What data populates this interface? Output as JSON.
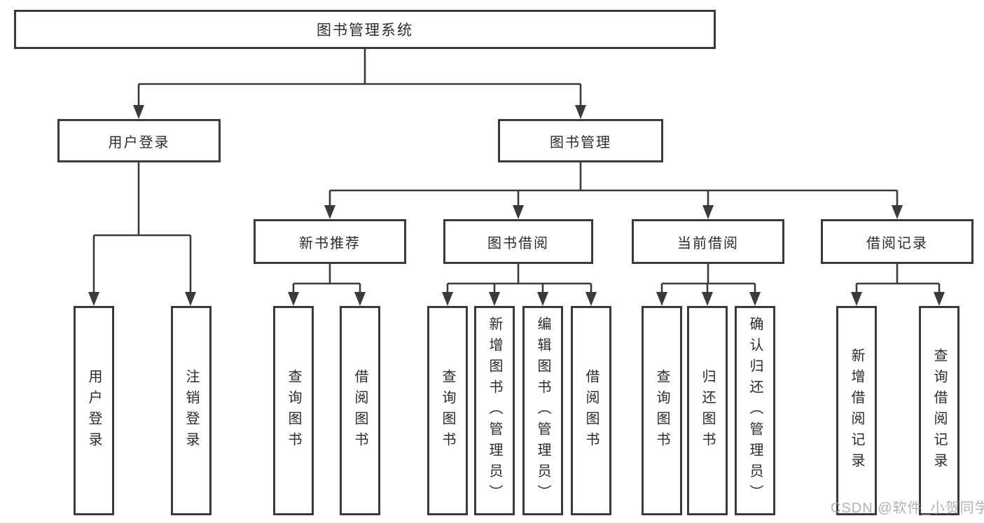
{
  "diagram": {
    "type": "hierarchy-tree",
    "title": "图书管理系统",
    "colors": {
      "line": "#3a3a3a",
      "box_border": "#3a3a3a",
      "text": "#2b2b2b",
      "background": "#ffffff",
      "watermark": "#a4a4a4"
    },
    "nodes": {
      "root": {
        "label": "图书管理系统"
      },
      "user_login": {
        "label": "用户登录"
      },
      "book_management": {
        "label": "图书管理"
      },
      "new_book_recommend": {
        "label": "新书推荐"
      },
      "book_borrowing": {
        "label": "图书借阅"
      },
      "current_borrowing": {
        "label": "当前借阅"
      },
      "borrowing_records": {
        "label": "借阅记录"
      },
      "leaf_user_login": {
        "label": "用户登录",
        "parent": "用户登录"
      },
      "leaf_logout": {
        "label": "注销登录",
        "parent": "用户登录"
      },
      "leaf_query_books_1": {
        "label": "查询图书",
        "parent": "新书推荐"
      },
      "leaf_borrow_books_1": {
        "label": "借阅图书",
        "parent": "新书推荐"
      },
      "leaf_query_books_2": {
        "label": "查询图书",
        "parent": "图书借阅"
      },
      "leaf_add_book_admin": {
        "label": "新增图书（管理员）",
        "parent": "图书借阅"
      },
      "leaf_edit_book_admin": {
        "label": "编辑图书（管理员）",
        "parent": "图书借阅"
      },
      "leaf_borrow_books_2": {
        "label": "借阅图书",
        "parent": "图书借阅"
      },
      "leaf_query_books_3": {
        "label": "查询图书",
        "parent": "当前借阅"
      },
      "leaf_return_book": {
        "label": "归还图书",
        "parent": "当前借阅"
      },
      "leaf_confirm_return_admin": {
        "label": "确认归还（管理员）",
        "parent": "当前借阅"
      },
      "leaf_add_borrow_record": {
        "label": "新增借阅记录",
        "parent": "借阅记录"
      },
      "leaf_query_borrow_record": {
        "label": "查询借阅记录",
        "parent": "借阅记录"
      }
    },
    "watermark": {
      "text": "CSDN @软件_小贺同学"
    }
  }
}
